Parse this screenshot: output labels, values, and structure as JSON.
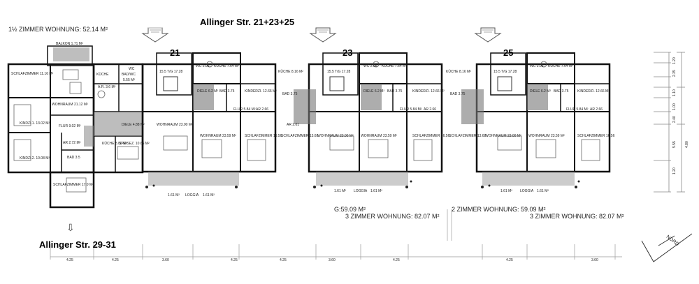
{
  "titles": {
    "main": "Allinger Str. 21+23+25",
    "secondary": "Allinger Str. 29-31",
    "arrow_down_glyph": "⇩"
  },
  "unit_types": {
    "one_half_room": "1½ ZIMMER WOHNUNG: 52.14 M²",
    "three_room_a": "3 ZIMMER WOHNUNG: 82.07 M²",
    "two_room": "2 ZIMMER WOHNUNG: 59.09 M²",
    "three_room_b": "3 ZIMMER WOHNUNG: 82.07 M²",
    "g_total": "G:59.09 M²"
  },
  "house_numbers": [
    "21",
    "23",
    "25"
  ],
  "north_label": "NORD",
  "rooms_left": {
    "balkon": "BALKON 1.71 M²",
    "schlafzimmer_top": "SCHLAFZIMMER 11.16 M²",
    "wohnraum": "WOHNRAUM 21.12 M²",
    "kindzi1": "KINDZI.1. 13.02 M²",
    "kindzi2": "KINDZI.2. 10.08 M²",
    "flur": "FLUR 9.02 M²",
    "ar": "AR 2.72 M²",
    "bad": "BAD 3.5",
    "kueche": "KÜCHE 8.00 M²",
    "speisez": "SPEISEZ. 10.65 M²",
    "dielef": "DIELE 4.88 M²",
    "schlafzimmer_bottom": "SCHLAFZIMMER 17.0 M²",
    "kueche_top": "KÜCHE",
    "bad_wc": "BAD/WC",
    "bad_area": "5.55 M²",
    "ar_top": "A.R. 3.6 M²",
    "wc_top": "WC"
  },
  "rooms_unit": {
    "kueche_small": "15.5 T/G 17.28",
    "wc": "WC 2.06",
    "kueche": "KÜCHE 7.64 M²",
    "diele": "DIELE 6.2 M²",
    "bad": "BAD 3.75",
    "kinderzi": "KINDERZI. 12.66 M²",
    "flur": "FLUR 5.84 M²",
    "ar": "AR 2.66",
    "wohnraum_a": "WOHNRAUM 23.00 M²",
    "wohnraum_b": "WOHNRAUM 23.59 M²",
    "schlafzimmer": "SCHLAFZIMMER 16.56",
    "schlafzimmer_b": "SCHLAFZIMMER 13.68",
    "kueche_b": "KÜCHE 8.16 M²",
    "ar_b": "AR 2.01",
    "bad_b": "BAD 3.75",
    "loggia": "LOGGIA",
    "loggia_area": "1.61 M²"
  },
  "dimensions_bottom": [
    "4.25",
    "4.25",
    "3.60",
    "4.25",
    "4.25",
    "3.60",
    "4.25",
    "4.25",
    "3.60"
  ],
  "dimensions_right": [
    "1.20",
    "2.35",
    "1.10",
    "1.00",
    "2.40",
    "5.55",
    "4.80",
    "1.20"
  ]
}
